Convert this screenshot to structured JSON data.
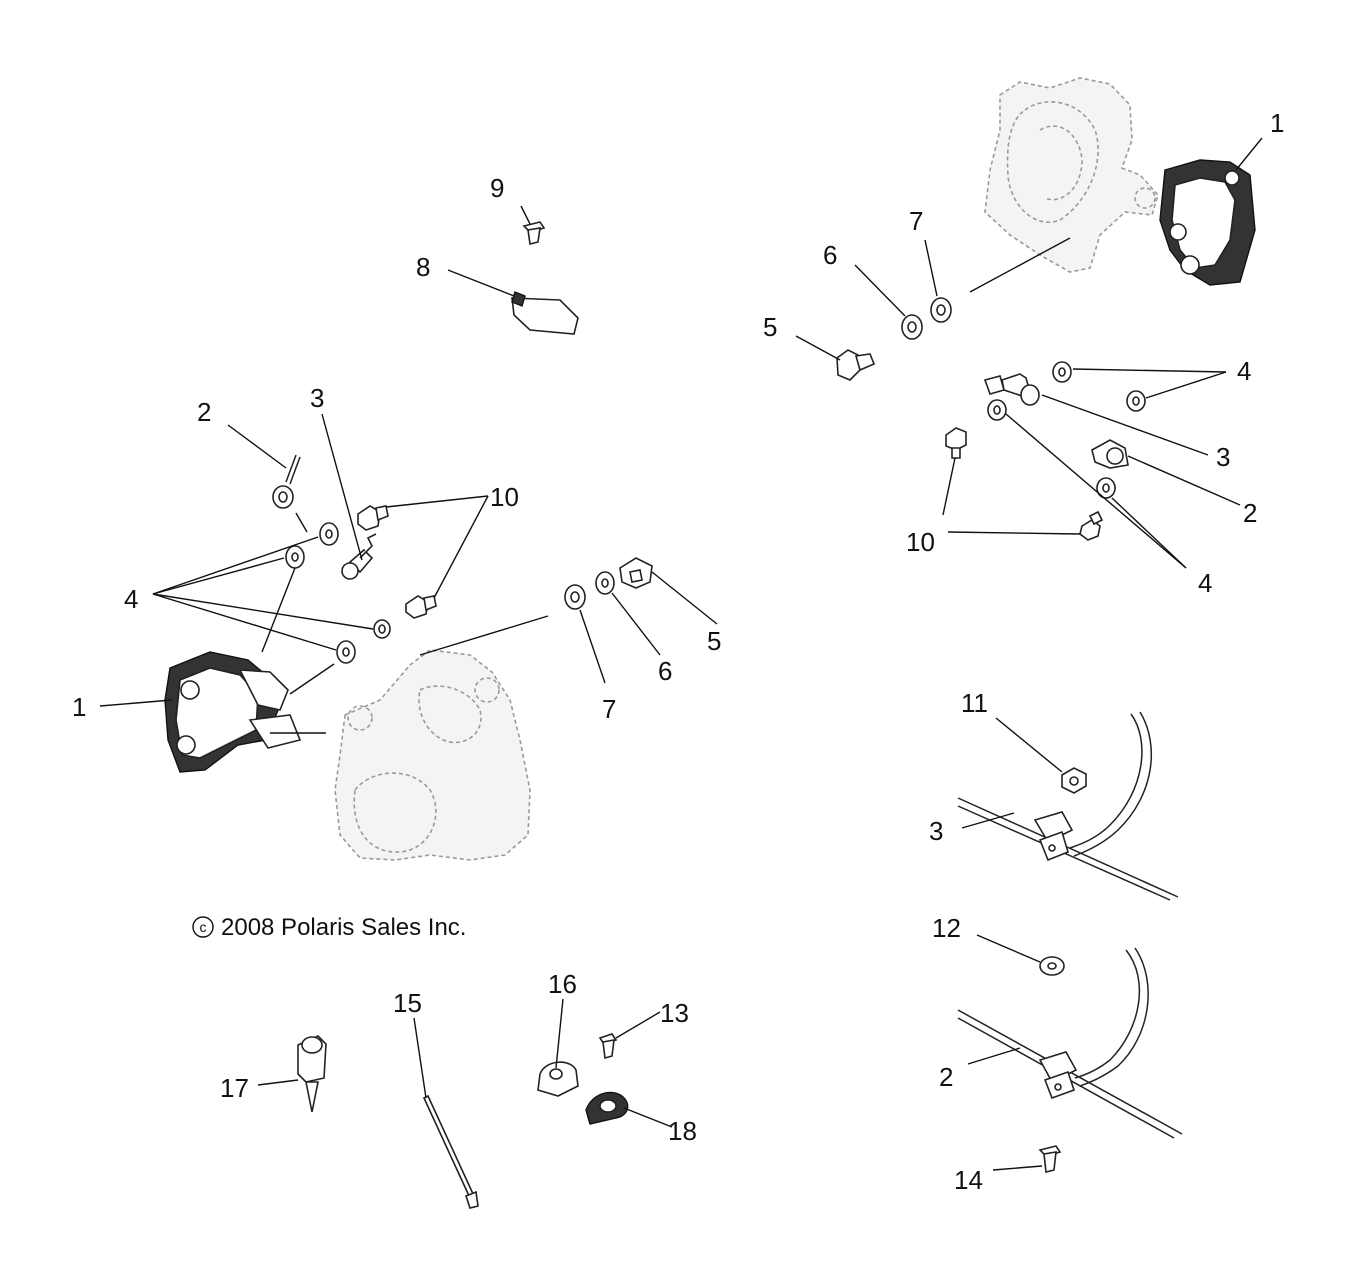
{
  "diagram": {
    "copyright": "2008 Polaris Sales Inc.",
    "copyright_symbol": "c",
    "callouts": [
      "1",
      "2",
      "3",
      "4",
      "5",
      "6",
      "7",
      "8",
      "9",
      "10",
      "11",
      "12",
      "13",
      "14",
      "15",
      "16",
      "17",
      "18"
    ]
  }
}
